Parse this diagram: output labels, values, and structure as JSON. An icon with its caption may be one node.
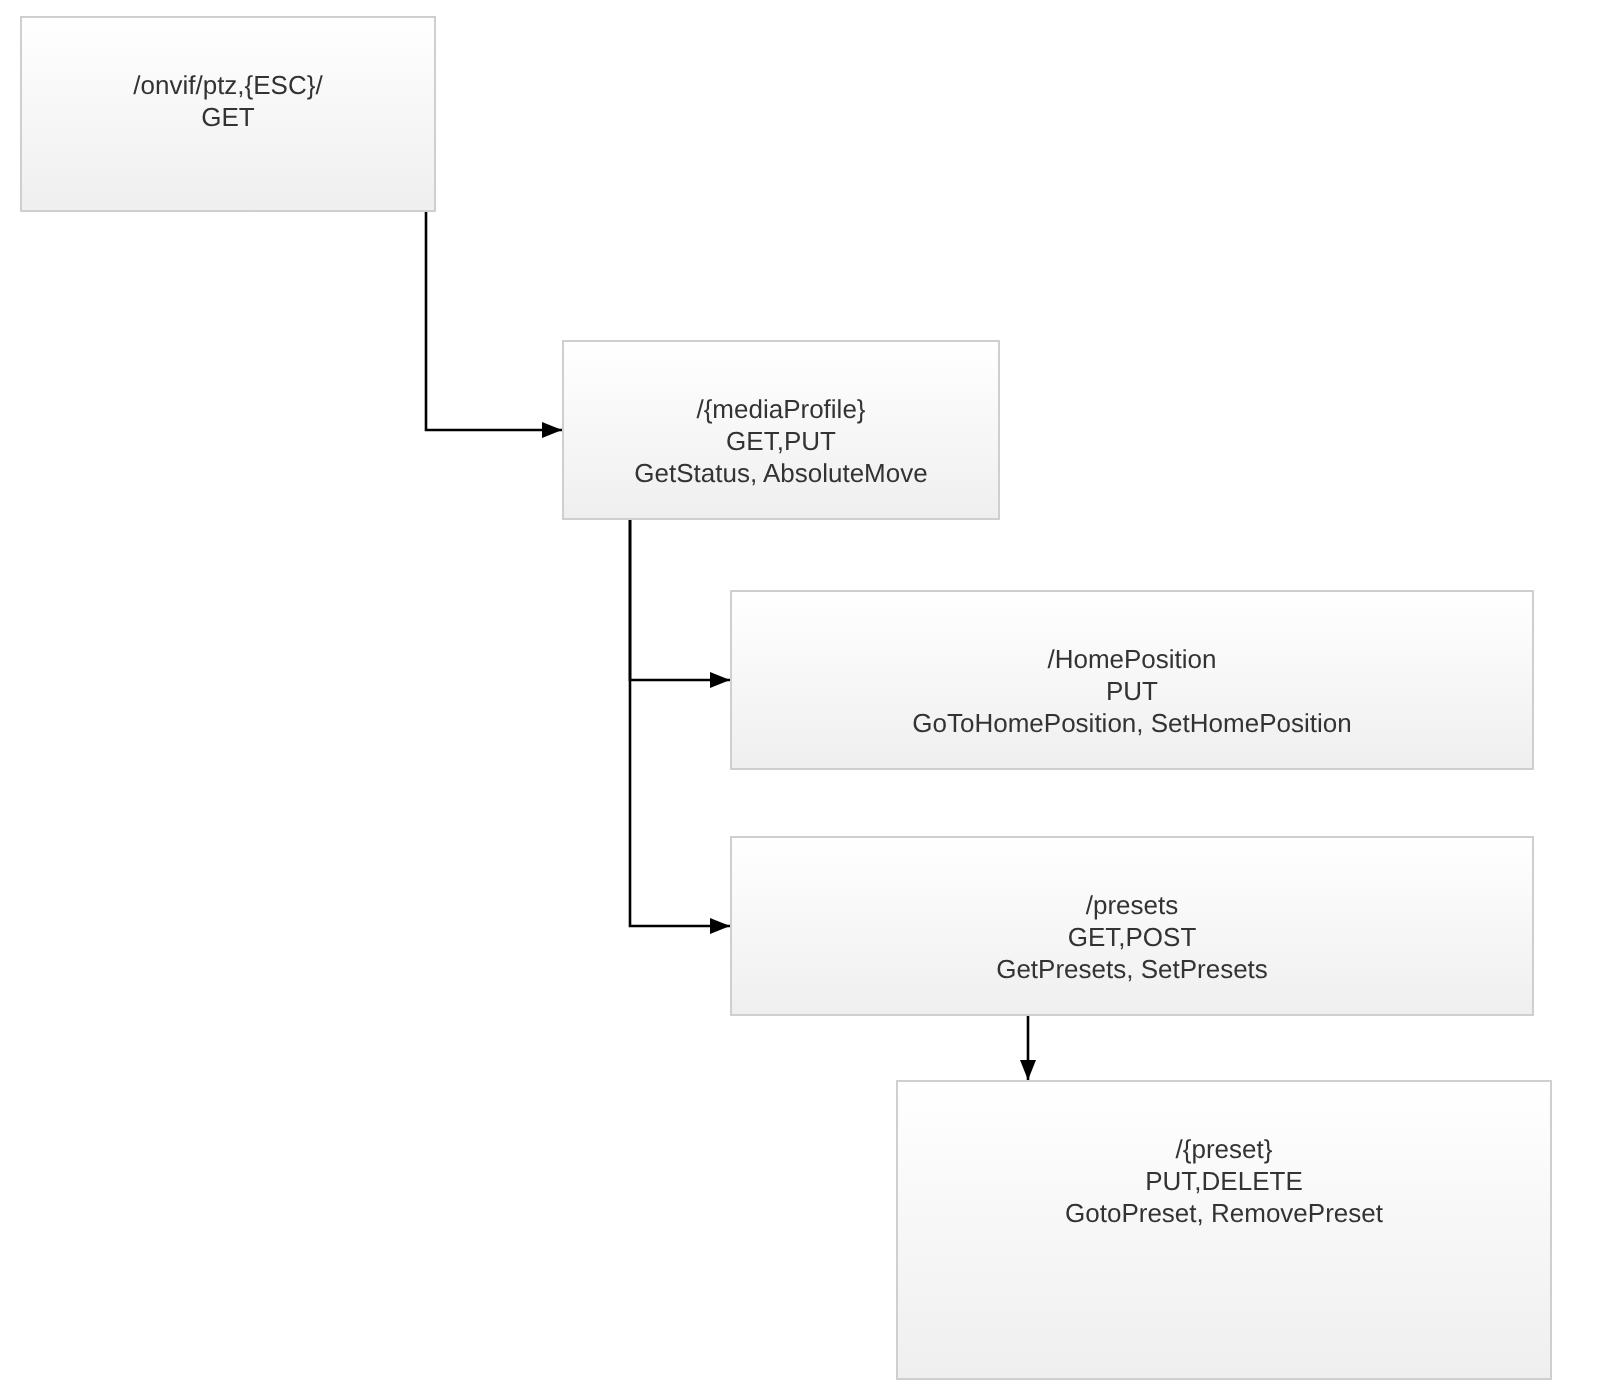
{
  "diagram": {
    "nodes": [
      {
        "text": [
          "/onvif/ptz,{ESC}/",
          "GET"
        ]
      },
      {
        "text": [
          "/{mediaProfile}",
          "GET,PUT",
          "GetStatus, AbsoluteMove"
        ]
      },
      {
        "text": [
          "/HomePosition",
          "PUT",
          "GoToHomePosition, SetHomePosition"
        ]
      },
      {
        "text": [
          "/presets",
          "GET,POST",
          "GetPresets, SetPresets"
        ]
      },
      {
        "text": [
          "/{preset}",
          "PUT,DELETE",
          "GotoPreset, RemovePreset"
        ]
      }
    ],
    "edges": [
      {
        "from": 0,
        "to": 1,
        "arrow": "to"
      },
      {
        "from": 1,
        "to": 2,
        "arrow": "to"
      },
      {
        "from": 1,
        "to": 3,
        "arrow": "to"
      },
      {
        "from": 3,
        "to": 4,
        "arrow": "to"
      }
    ]
  }
}
